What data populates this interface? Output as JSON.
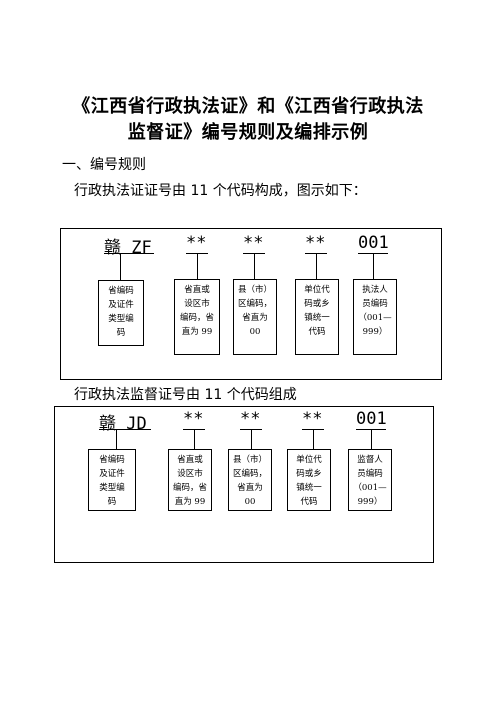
{
  "title": {
    "line1": "《江西省行政执法证》和《江西省行政执法",
    "line2": "监督证》编号规则及编排示例"
  },
  "section_heading": "一、编号规则",
  "para1": "行政执法证证号由 11 个代码构成，图示如下：",
  "para2": "行政执法监督证号由 11 个代码组成",
  "diagram1": {
    "codes": [
      "赣 ZF",
      "**",
      "**",
      "**",
      "001"
    ],
    "boxes": [
      "省编码\n及证件\n类型编\n码",
      "省直或\n设区市\n编码，省\n直为 99",
      "县（市）\n区编码，\n省直为\n00",
      "单位代\n码或乡\n镇统一\n代码",
      "执法人\n员编码\n（001—\n999）"
    ]
  },
  "diagram2": {
    "codes": [
      "赣 JD",
      "**",
      "**",
      "**",
      "001"
    ],
    "boxes": [
      "省编码\n及证件\n类型编\n码",
      "省直或\n设区市\n编码，省\n直为 99",
      "县（市）\n区编码，\n省直为\n00",
      "单位代\n码或乡\n镇统一\n代码",
      "监督人\n员编码\n（001—\n999）"
    ]
  }
}
